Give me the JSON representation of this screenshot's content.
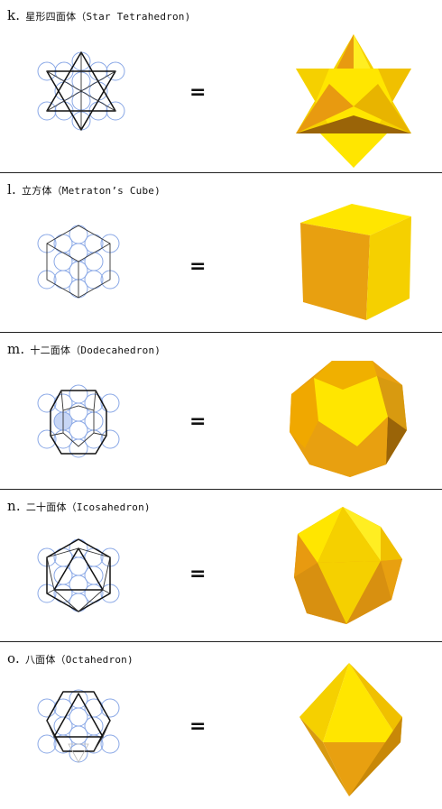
{
  "rows": [
    {
      "letter": "k.",
      "title": "星形四面体（Star Tetrahedron)"
    },
    {
      "letter": "l.",
      "title": "立方体（Metraton’s Cube)"
    },
    {
      "letter": "m.",
      "title": "十二面体（Dodecahedron)"
    },
    {
      "letter": "n.",
      "title": "二十面体（Icosahedron)"
    },
    {
      "letter": "o.",
      "title": "八面体（Octahedron)"
    }
  ],
  "equals_sign": "=",
  "colors": {
    "circle": "#8aa8e6",
    "line": "#111111",
    "yellow_light": "#ffee22",
    "yellow": "#f5d000",
    "orange": "#e89a10",
    "brown": "#9a6408"
  }
}
